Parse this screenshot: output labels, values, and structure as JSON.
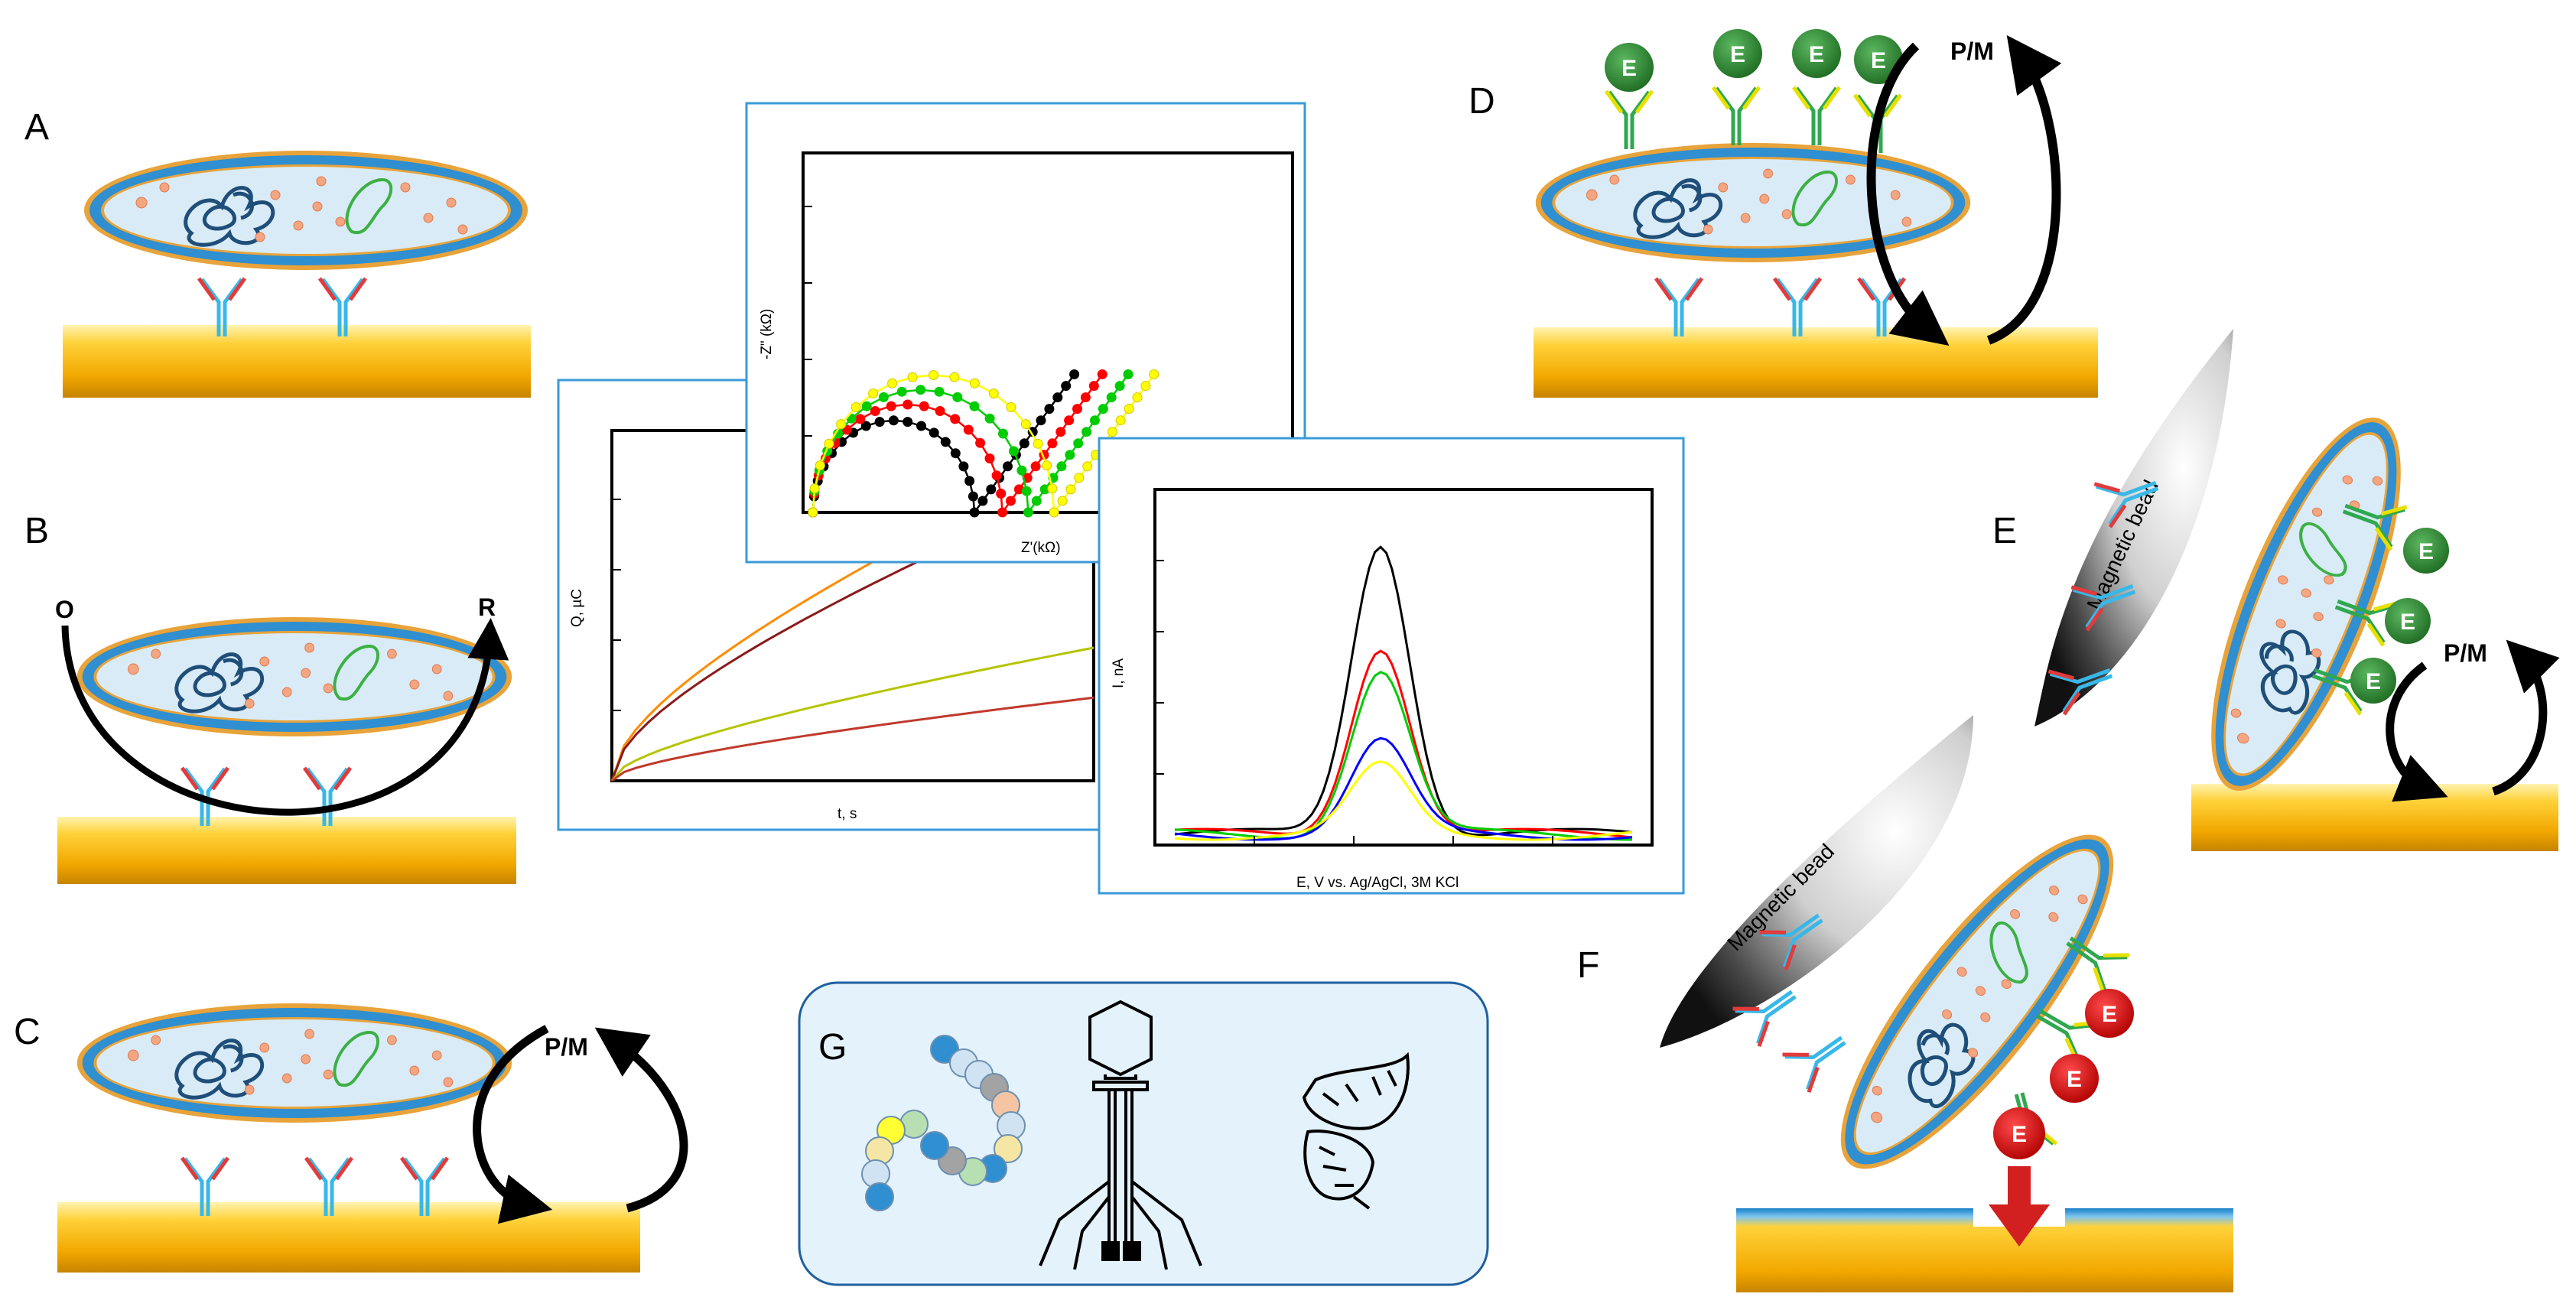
{
  "panels": {
    "A": "A",
    "B": "B",
    "C": "C",
    "D": "D",
    "E": "E",
    "F": "F",
    "G": "G"
  },
  "labels": {
    "oxidized": "O",
    "reduced": "R",
    "probe_mediator": "P/M",
    "enzyme": "E",
    "magnetic_bead": "Magnetic bead"
  },
  "colors": {
    "electrode": "#f5b400",
    "cell_fill": "#d6e9f6",
    "cell_ring": "#2f8fd0",
    "cell_outline": "#e5a23c",
    "antibody_blue": "#38b8e8",
    "antibody_red": "#e23b3b",
    "enzyme_green": "#2e7d32",
    "enzyme_red": "#d21f1f",
    "dna": "#1f4e79"
  },
  "inset_charts": {
    "eis": {
      "xlabel": "Z'(kΩ)",
      "ylabel": "-Z\" (kΩ)",
      "series_colors": [
        "#000000",
        "#ff0000",
        "#00cc00",
        "#ffff00"
      ]
    },
    "chrono": {
      "xlabel": "t, s",
      "ylabel": "Q, µC",
      "series_colors": [
        "#ff8c00",
        "#8b1a1a",
        "#b5c400",
        "#c0392b"
      ]
    },
    "dpv": {
      "xlabel": "E, V vs. Ag/AgCl, 3M KCl",
      "ylabel": "I, nA",
      "series_colors": [
        "#000000",
        "#ff0000",
        "#00cc00",
        "#0000ff",
        "#ffff00"
      ]
    }
  }
}
